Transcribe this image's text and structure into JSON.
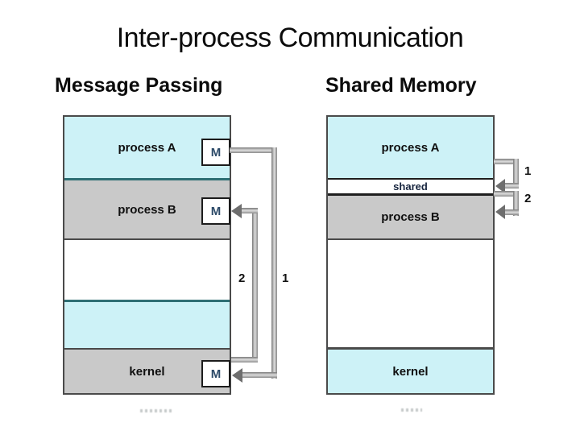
{
  "title": "Inter-process Communication",
  "left_panel": {
    "heading": "Message Passing",
    "process_a": "process A",
    "process_b": "process B",
    "kernel": "kernel",
    "message_label": "M",
    "step_to_kernel": "1",
    "step_to_process_b": "2"
  },
  "right_panel": {
    "heading": "Shared Memory",
    "process_a": "process A",
    "shared": "shared",
    "process_b": "process B",
    "kernel": "kernel",
    "step_write": "1",
    "step_read": "2"
  },
  "colors": {
    "process_cyan": "#cdf2f7",
    "process_gray": "#c9c9c9",
    "teal_border": "#2e6f74",
    "dark_border": "#4a4a4a",
    "message_text": "#2c4a68",
    "arrow_gray": "#8a8a8a"
  }
}
